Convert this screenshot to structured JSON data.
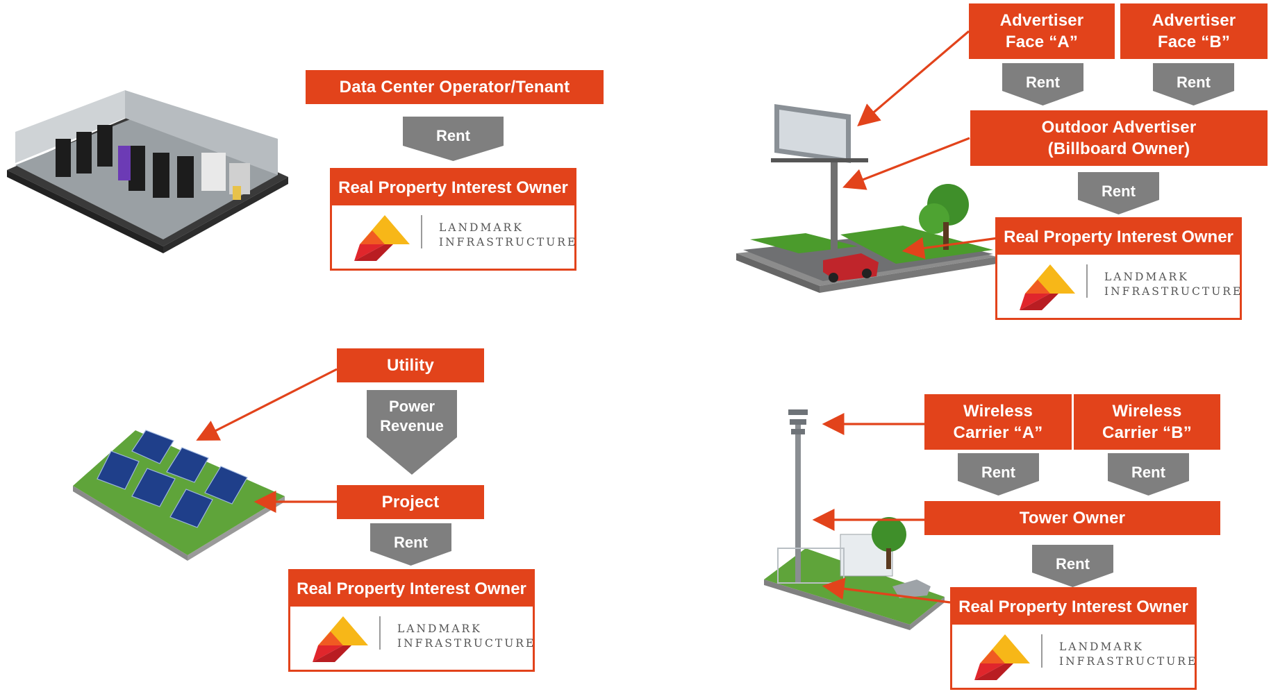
{
  "colors": {
    "accent": "#E2431B",
    "chevron": "#7F7F7F",
    "logo_yellow": "#F7B718",
    "logo_orange": "#F05A22",
    "logo_red": "#E0262C"
  },
  "rent_label": "Rent",
  "real_property_owner_label": "Real Property Interest Owner",
  "logo": {
    "line1": "LANDMARK",
    "line2": "INFRASTRUCTURE"
  },
  "data_center": {
    "tenant": "Data Center Operator/Tenant"
  },
  "billboard": {
    "face_a": [
      "Advertiser",
      "Face “A”"
    ],
    "face_b": [
      "Advertiser",
      "Face “B”"
    ],
    "outdoor_advertiser": [
      "Outdoor Advertiser",
      "(Billboard Owner)"
    ]
  },
  "solar": {
    "utility": "Utility",
    "power_revenue": [
      "Power",
      "Revenue"
    ],
    "project": "Project"
  },
  "tower": {
    "carrier_a": [
      "Wireless",
      "Carrier “A”"
    ],
    "carrier_b": [
      "Wireless",
      "Carrier “B”"
    ],
    "tower_owner": "Tower Owner"
  }
}
